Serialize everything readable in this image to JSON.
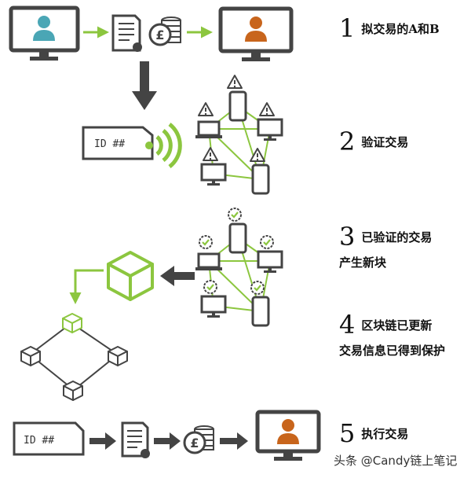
{
  "steps": [
    {
      "number": "1",
      "text": "拟交易的A和B"
    },
    {
      "number": "2",
      "text": "验证交易"
    },
    {
      "number": "3",
      "text": "已验证的交易",
      "text2": "产生新块"
    },
    {
      "number": "4",
      "text": "区块链已更新",
      "text2": "交易信息已得到保护"
    },
    {
      "number": "5",
      "text": "执行交易"
    }
  ],
  "id_card": {
    "label": "ID ##"
  },
  "currency_symbol": "£",
  "watermark": "头条 @Candy链上笔记",
  "colors": {
    "accent_green": "#8cc63f",
    "dark_gray": "#444444",
    "user_a": "#4aa6b5",
    "user_b": "#c8651c"
  }
}
